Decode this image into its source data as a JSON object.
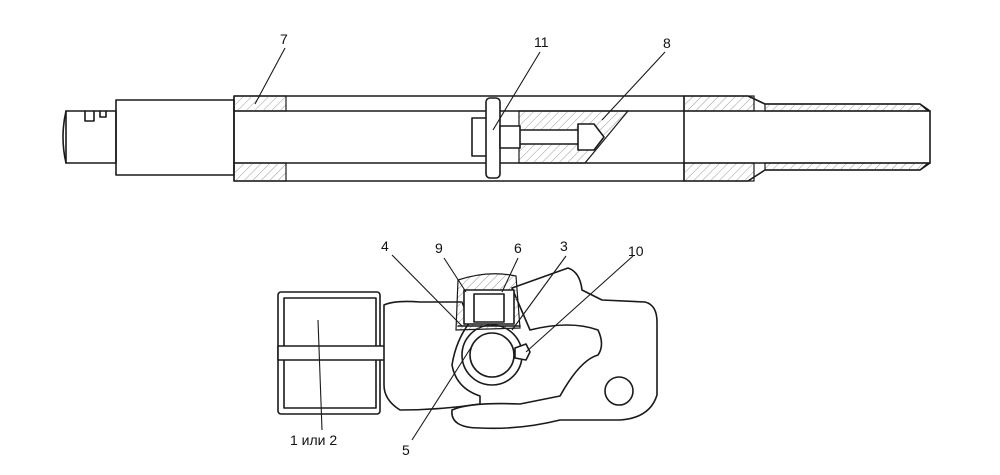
{
  "labels": {
    "l7": "7",
    "l11": "11",
    "l8": "8",
    "l4": "4",
    "l9": "9",
    "l6": "6",
    "l3": "3",
    "l10": "10",
    "l12": "1 или 2",
    "l5": "5"
  },
  "colors": {
    "line": "#1a1a1a",
    "hatch": "#9a9a9a",
    "background": "#ffffff"
  }
}
